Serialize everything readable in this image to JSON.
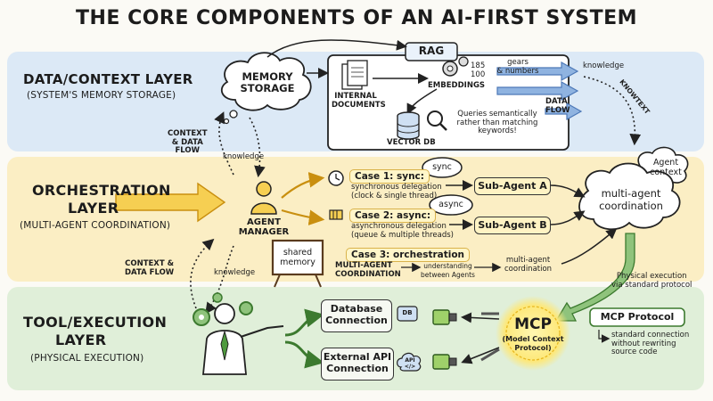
{
  "title": "THE CORE COMPONENTS OF AN AI-FIRST SYSTEM",
  "colors": {
    "data_band": "#dce9f6",
    "orch_band": "#fbeec4",
    "tool_band": "#e0efd9",
    "arrow_blue": "#6e97cf",
    "arrow_yellow": "#f3c443",
    "arrow_green": "#7db56b",
    "mcp_glow": "#fde87a"
  },
  "layers": {
    "data": {
      "title": "DATA/CONTEXT LAYER",
      "subtitle": "(SYSTEM'S MEMORY STORAGE)"
    },
    "orchestration": {
      "title_line1": "ORCHESTRATION",
      "title_line2": "LAYER",
      "subtitle": "(MULTI-AGENT COORDINATION)"
    },
    "tool": {
      "title_line1": "TOOL/EXECUTION",
      "title_line2": "LAYER",
      "subtitle": "(PHYSICAL EXECUTION)"
    }
  },
  "memory_storage": {
    "line1": "MEMORY",
    "line2": "STORAGE"
  },
  "rag": {
    "label": "RAG",
    "internal_docs_line1": "INTERNAL",
    "internal_docs_line2": "DOCUMENTS",
    "embeddings": "EMBEDDINGS",
    "gears_numbers_line1": "gears",
    "gears_numbers_line2": "& numbers",
    "embedding_digits": [
      "185",
      "100"
    ],
    "vector_db": "VECTOR DB",
    "queries_line1": "Queries semantically",
    "queries_line2": "rather than matching",
    "queries_line3": "keywords!",
    "data_flow_line1": "DATA",
    "data_flow_line2": "FLOW",
    "knowledge": "knowledge",
    "knowtext": "KNOWTEXT"
  },
  "flows": {
    "context_data_flow_top": [
      "CONTEXT",
      "& DATA",
      "FLOW"
    ],
    "knowledge_top": "knowledge",
    "context_data_flow_bottom": [
      "CONTEXT &",
      "DATA FLOW"
    ],
    "knowledge_bottom": "knowledge"
  },
  "agent_manager": {
    "line1": "AGENT",
    "line2": "MANAGER"
  },
  "cases": [
    {
      "tag": "Case 1: sync:",
      "desc_line1": "synchronous delegation",
      "desc_line2": "(clock & single thread)",
      "bubble": "sync",
      "agent": "Sub-Agent A"
    },
    {
      "tag": "Case 2: async:",
      "desc_line1": "asynchronous delegation",
      "desc_line2": "(queue & multiple threads)",
      "bubble": "async",
      "agent": "Sub-Agent B"
    },
    {
      "tag": "Case 3: orchestration",
      "mac_line1": "MULTI-AGENT",
      "mac_line2": "COORDINATION",
      "understanding_line1": "understanding",
      "understanding_line2": "between Agents",
      "coord_line1": "multi-agent",
      "coord_line2": "coordination"
    }
  ],
  "shared_memory": {
    "line1": "shared",
    "line2": "memory"
  },
  "agent_context": {
    "line1": "Agent",
    "line2": "context"
  },
  "coordination": {
    "line1": "multi-agent",
    "line2": "coordination"
  },
  "physical_exec": {
    "line1": "Physical execution",
    "line2": "via standard protocol"
  },
  "tools": [
    {
      "line1": "Database",
      "line2": "Connection",
      "icon_text": "DB"
    },
    {
      "line1": "External API",
      "line2": "Connection",
      "icon_text_line1": "API",
      "icon_text_line2": "</>"
    }
  ],
  "mcp": {
    "label": "MCP",
    "sub_line1": "(Model Context",
    "sub_line2": "Protocol)"
  },
  "mcp_protocol": {
    "title": "MCP Protocol",
    "line1": "standard connection",
    "line2": "without rewriting",
    "line3": "source code"
  }
}
